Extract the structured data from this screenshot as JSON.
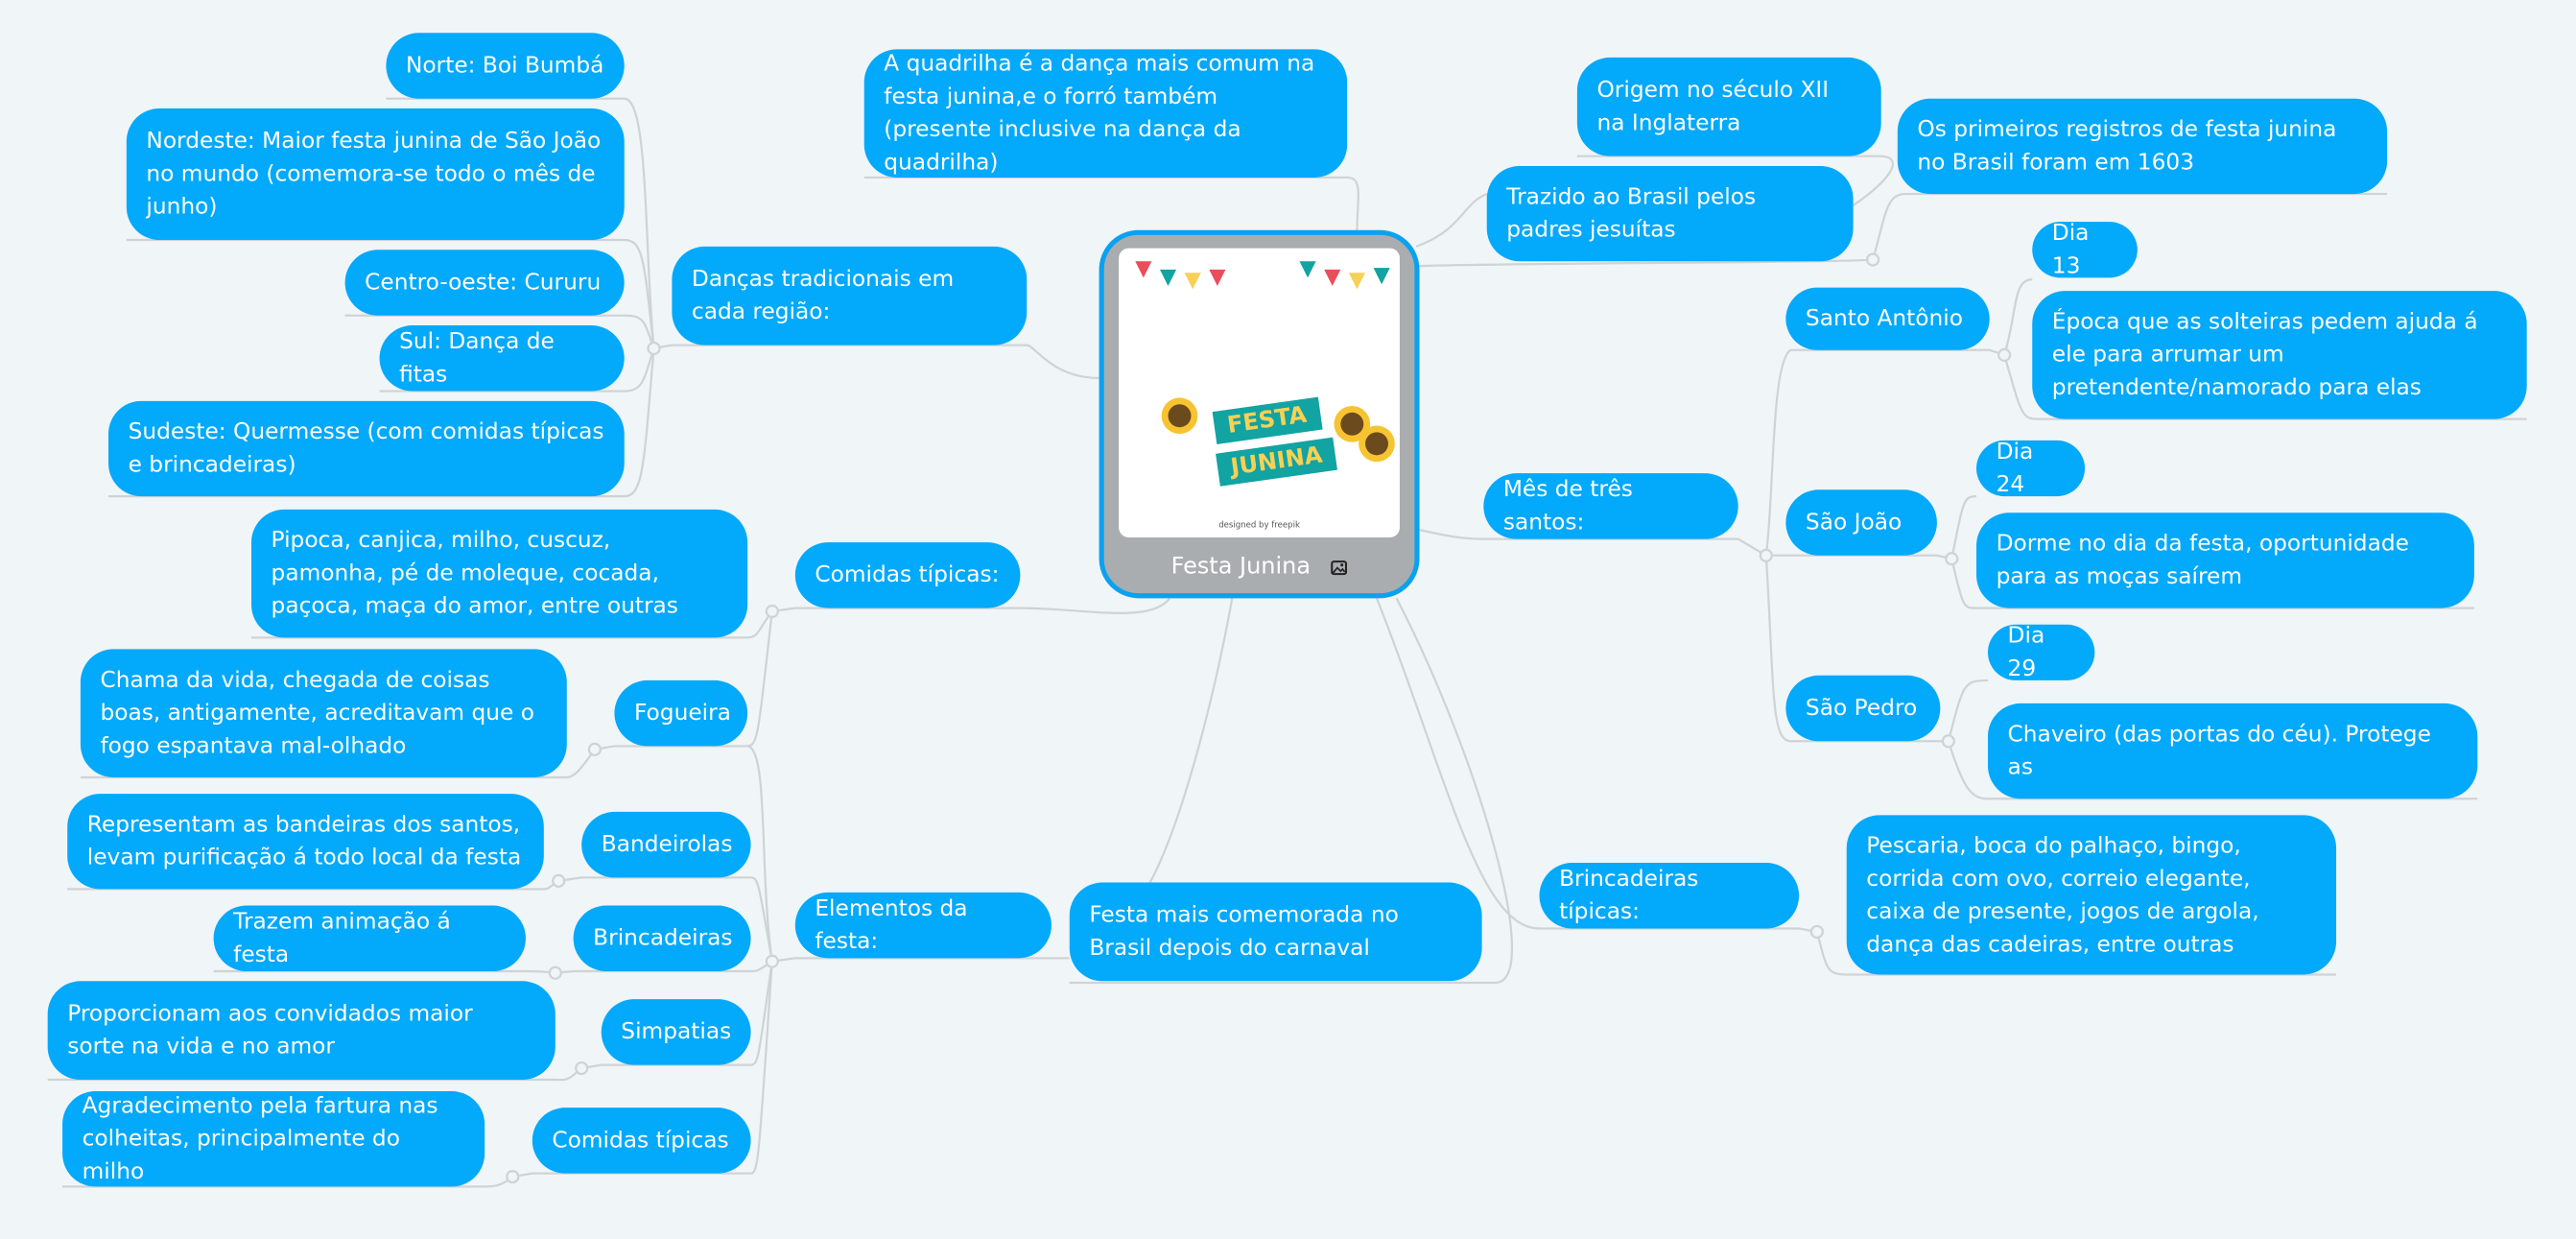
{
  "central": {
    "title": "Festa Junina",
    "image_credit": "designed by freepik",
    "image_banner_1": "FESTA",
    "image_banner_2": "JUNINA",
    "icon": "image-icon"
  },
  "colors": {
    "node": "#03a9fb",
    "border": "#0aa2f0",
    "background": "#f0f5f8",
    "line": "#cfd3d6"
  },
  "nodes": {
    "quadrilha": "A quadrilha é a dança mais comum na festa junina,e o forró também (presente inclusive na dança da quadrilha)",
    "origem": "Origem no século XII na Inglaterra",
    "trazido": "Trazido ao Brasil pelos padres jesuítas",
    "registros": "Os primeiros registros de festa junina no Brasil foram em 1603",
    "mes": "Mês de três santos:",
    "santo_antonio": "Santo Antônio",
    "dia13": "Dia 13",
    "epoca": "Época que as solteiras pedem ajuda á ele para arrumar um pretendente/namorado para elas",
    "sao_joao": "São João",
    "dia24": "Dia 24",
    "dorme": "Dorme no dia da festa, oportunidade para as moças saírem",
    "sao_pedro": "São Pedro",
    "dia29": "Dia 29",
    "chaveiro": "Chaveiro (das portas do céu). Protege as",
    "brincadeiras_tipicas": "Brincadeiras típicas:",
    "pescaria": "Pescaria, boca do palhaço, bingo, corrida com ovo, correio elegante, caixa de presente, jogos de argola, dança das cadeiras, entre outras",
    "dancas": "Danças tradicionais em cada região:",
    "norte": "Norte: Boi Bumbá",
    "nordeste": "Nordeste: Maior festa junina de São João no mundo (comemora-se todo o mês de junho)",
    "centro": "Centro-oeste: Cururu",
    "sul": "Sul: Dança de fitas",
    "sudeste": "Sudeste: Quermesse (com comidas típicas e brincadeiras)",
    "comidas": "Comidas típicas:",
    "pipoca": "Pipoca, canjica, milho, cuscuz, pamonha, pé de moleque, cocada, paçoca, maça do amor, entre outras",
    "chama": "Chama da vida, chegada de coisas boas, antigamente, acreditavam que o fogo espantava mal-olhado",
    "fogueira": "Fogueira",
    "elementos": "Elementos da festa:",
    "mais_comemorada": "Festa mais comemorada no Brasil depois do carnaval",
    "representam": "Representam as bandeiras dos santos, levam purificação á todo local da festa",
    "bandeirolas": "Bandeirolas",
    "trazem": "Trazem animação á festa",
    "brincadeiras": "Brincadeiras",
    "proporcionam": "Proporcionam aos convidados maior sorte na vida e no amor",
    "simpatias": "Simpatias",
    "agradecimento": "Agradecimento pela fartura nas colheitas, principalmente do milho",
    "comidas_tipicas": "Comidas típicas"
  }
}
